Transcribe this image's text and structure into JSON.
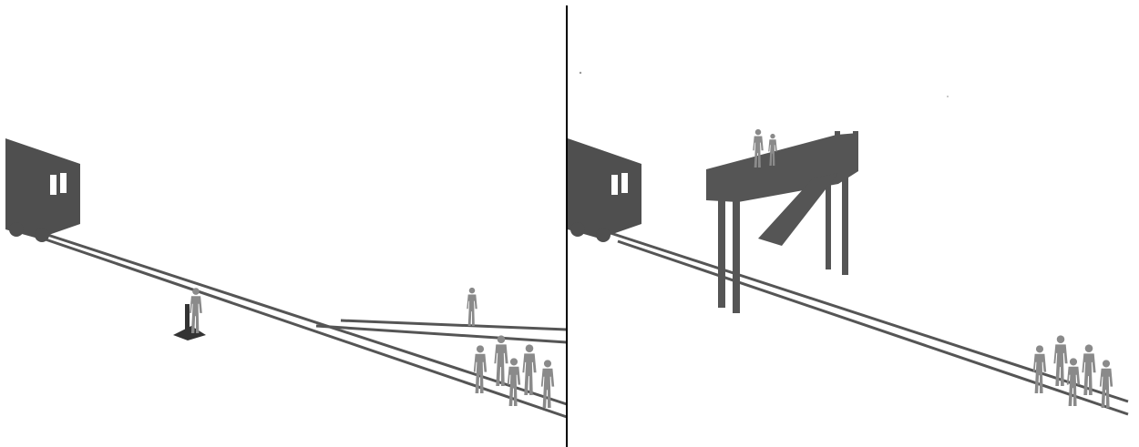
{
  "colors": {
    "background": "#ffffff",
    "train": "#4f4f4f",
    "window": "#ffffff",
    "track": "#555555",
    "person": "#8a8a8a",
    "bridge": "#555555",
    "divider": "#000000"
  },
  "panels": [
    {
      "id": "left",
      "scene": "switch-track"
    },
    {
      "id": "right",
      "scene": "footbridge"
    }
  ],
  "figures": {
    "left_group_count": 5,
    "right_group_count": 5,
    "side_track_count": 1,
    "bridge_people_count": 2
  }
}
